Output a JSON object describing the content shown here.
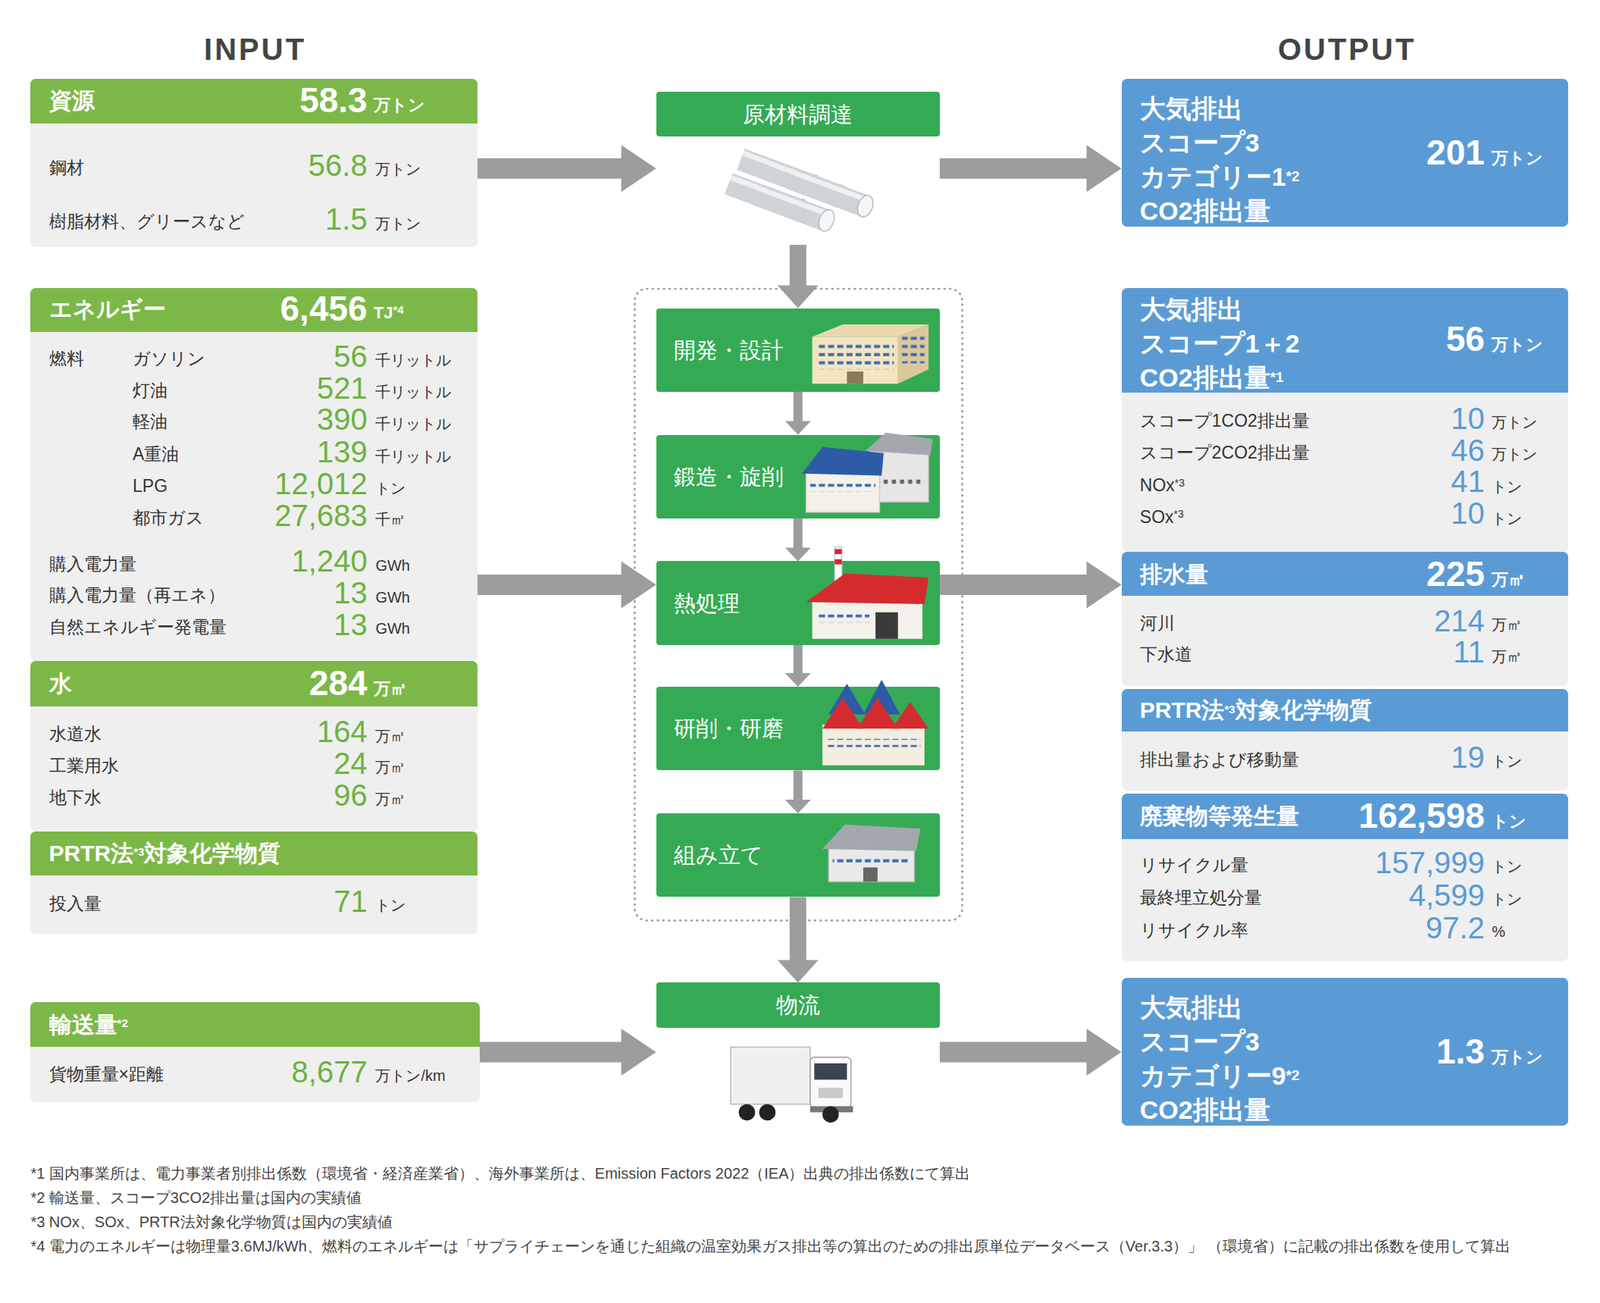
{
  "diagram": {
    "nodes": [
      {
        "text": [
          "資源",
          "58.3",
          "万トン",
          "鋼材",
          "56.8",
          "万トン",
          "樹脂材料、グリースなど",
          "1.5",
          "万トン"
        ]
      },
      {
        "text": [
          "エネルギー",
          "6,456",
          "TJ",
          "*4",
          "燃料",
          "ガソリン",
          "56",
          "千リットル",
          "灯油",
          "521",
          "千リットル",
          "軽油",
          "390",
          "千リットル",
          "A重油",
          "139",
          "千リットル",
          "LPG",
          "12,012",
          "トン",
          "都市ガス",
          "27,683",
          "千㎥",
          "購入電力量",
          "1,240",
          "GWh",
          "購入電力量（再エネ）",
          "13",
          "GWh",
          "自然エネルギー発電量",
          "13",
          "GWh"
        ]
      },
      {
        "text": [
          "水",
          "284",
          "万㎥",
          "水道水",
          "164",
          "万㎥",
          "工業用水",
          "24",
          "万㎥",
          "地下水",
          "96",
          "万㎥"
        ]
      },
      {
        "text": [
          "PRTR法",
          "*3",
          "対象化学物質",
          "投入量",
          "71",
          "トン"
        ]
      },
      {
        "text": [
          "輸送量",
          "*2",
          "貨物重量×距離",
          "8,677",
          "万トン/km"
        ]
      },
      {
        "text": [
          "原材料調達"
        ]
      },
      {
        "text": [
          "開発・設計"
        ]
      },
      {
        "text": [
          "鍛造・旋削"
        ]
      },
      {
        "text": [
          "熱処理"
        ]
      },
      {
        "text": [
          "研削・研磨"
        ]
      },
      {
        "text": [
          "組み立て"
        ]
      },
      {
        "text": [
          "物流"
        ]
      },
      {
        "text": [
          "大気排出 スコープ3 カテゴリー1",
          "*2",
          "CO2排出量",
          "201",
          "万トン"
        ]
      },
      {
        "text": [
          "大気排出 スコープ1＋2 CO2排出量",
          "*1",
          "56",
          "万トン",
          "スコープ1CO2排出量",
          "10",
          "万トン",
          "スコープ2CO2排出量",
          "46",
          "万トン",
          "NOx",
          "*3",
          "41",
          "トン",
          "SOx",
          "*3",
          "10",
          "トン"
        ]
      },
      {
        "text": [
          "排水量",
          "225",
          "万㎥",
          "河川",
          "214",
          "万㎥",
          "下水道",
          "11",
          "万㎥"
        ]
      },
      {
        "text": [
          "PRTR法",
          "*3",
          "対象化学物質",
          "排出量および移動量",
          "19",
          "トン"
        ]
      },
      {
        "text": [
          "廃棄物等発生量",
          "162,598",
          "トン",
          "リサイクル量",
          "157,999",
          "トン",
          "最終埋立処分量",
          "4,599",
          "トン",
          "リサイクル率",
          "97.2",
          "%"
        ]
      },
      {
        "text": [
          "大気排出 スコープ3 カテゴリー9",
          "*2",
          "CO2排出量",
          "1.3",
          "万トン"
        ]
      }
    ],
    "edges": [
      {
        "from": 0,
        "to": 5,
        "arrow": "to"
      },
      {
        "from": 1,
        "to": 8,
        "arrow": "to"
      },
      {
        "from": 4,
        "to": 11,
        "arrow": "to"
      },
      {
        "from": 5,
        "to": 6,
        "arrow": "to"
      },
      {
        "from": 6,
        "to": 7,
        "arrow": "to"
      },
      {
        "from": 7,
        "to": 8,
        "arrow": "to"
      },
      {
        "from": 8,
        "to": 9,
        "arrow": "to"
      },
      {
        "from": 9,
        "to": 10,
        "arrow": "to"
      },
      {
        "from": 10,
        "to": 11,
        "arrow": "to"
      },
      {
        "from": 5,
        "to": 12,
        "arrow": "to"
      },
      {
        "from": 8,
        "to": 14,
        "arrow": "to"
      },
      {
        "from": 11,
        "to": 17,
        "arrow": "to"
      }
    ],
    "labels": [
      "INPUT",
      "OUTPUT",
      "*1 国内事業所は、電力事業者別排出係数（環境省・経済産業省）、海外事業所は、Emission Factors 2022（IEA）出典の排出係数にて算出",
      "*2 輸送量、スコープ3CO2排出量は国内の実績値",
      "*3 NOx、SOx、PRTR法対象化学物質は国内の実績値",
      "*4 電力のエネルギーは物理量3.6MJ/kWh、燃料のエネルギーは「サプライチェーンを通じた組織の温室効果ガス排出等の算出のための排出原単位データベース（Ver.3.3）」 （環境省）に記載の排出係数を使用して算出"
    ]
  }
}
